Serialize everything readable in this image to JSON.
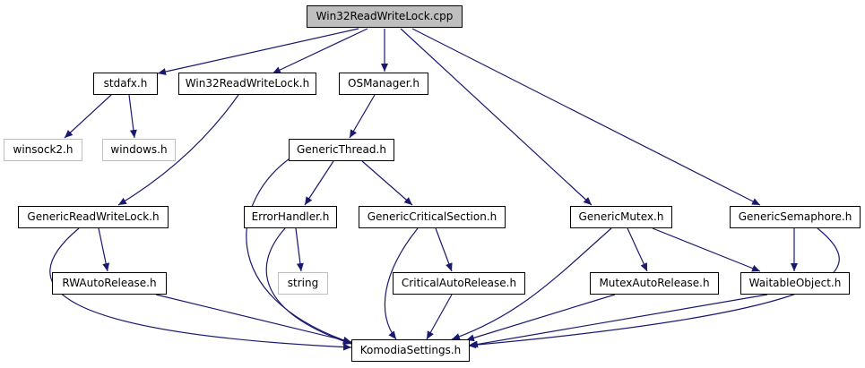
{
  "diagram": {
    "edge_color": "#191970",
    "nodes": {
      "root": "Win32ReadWriteLock.cpp",
      "stdafx": "stdafx.h",
      "win32rwl": "Win32ReadWriteLock.h",
      "osmanager": "OSManager.h",
      "winsock2": "winsock2.h",
      "windows": "windows.h",
      "genericthread": "GenericThread.h",
      "genericrwl": "GenericReadWriteLock.h",
      "errorhandler": "ErrorHandler.h",
      "genericcs": "GenericCriticalSection.h",
      "genericmutex": "GenericMutex.h",
      "genericsemaphore": "GenericSemaphore.h",
      "rwautorelease": "RWAutoRelease.h",
      "string": "string",
      "criticalautorelease": "CriticalAutoRelease.h",
      "mutexautorelease": "MutexAutoRelease.h",
      "waitableobject": "WaitableObject.h",
      "komodiasettings": "KomodiaSettings.h"
    }
  }
}
